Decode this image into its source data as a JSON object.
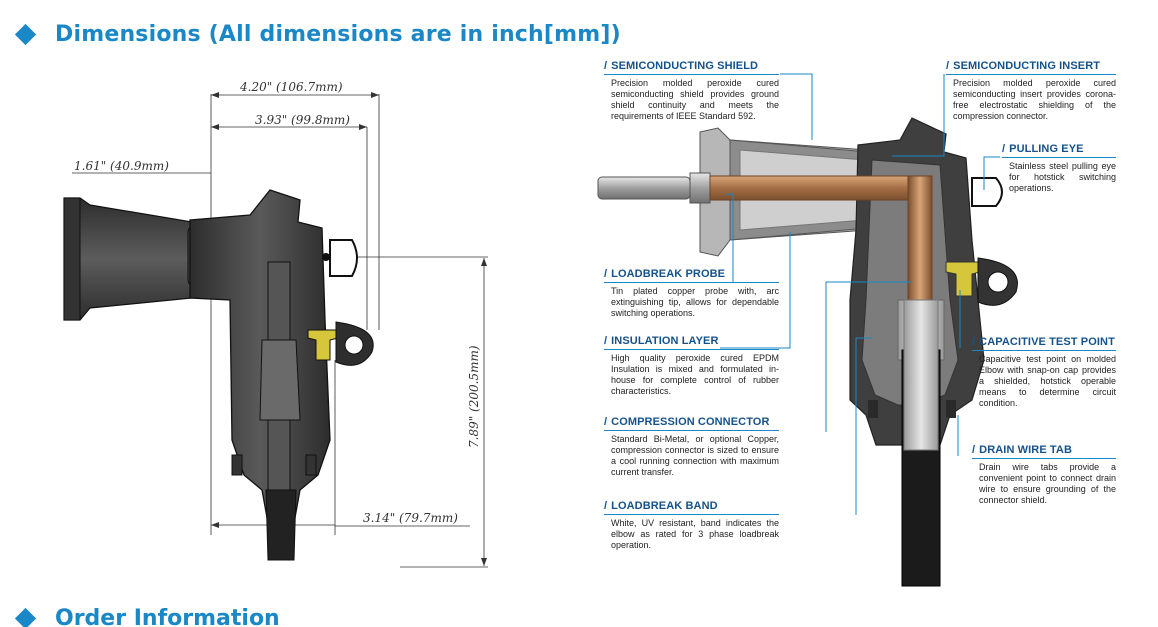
{
  "heading": "Dimensions (All dimensions are in inch[mm])",
  "next_heading": "Order Information",
  "dimensions": {
    "overall_width": "4.20\" (106.7mm)",
    "body_width": "3.93\" (99.8mm)",
    "bushing_offset": "1.61\" (40.9mm)",
    "height": "7.89\" (200.5mm)",
    "probe_offset": "3.14\" (79.7mm)"
  },
  "callouts": [
    {
      "id": "semiconducting-shield",
      "title": "SEMICONDUCTING SHIELD",
      "body": "Precision molded peroxide cured semiconducting shield provides ground shield continuity and meets the requirements of IEEE Standard 592."
    },
    {
      "id": "semiconducting-insert",
      "title": "SEMICONDUCTING INSERT",
      "body": "Precision molded peroxide cured semiconducting insert provides corona-free electrostatic shielding of the compression connector."
    },
    {
      "id": "pulling-eye",
      "title": "PULLING EYE",
      "body": "Stainless steel pulling eye for hotstick switching operations."
    },
    {
      "id": "loadbreak-probe",
      "title": "LOADBREAK PROBE",
      "body": "Tin plated copper probe with, arc extinguishing tip, allows for dependable switching operations."
    },
    {
      "id": "insulation-layer",
      "title": "INSULATION LAYER",
      "body": "High quality peroxide cured EPDM Insulation is mixed and formulated in-house for complete control of rubber characteristics."
    },
    {
      "id": "capacitive-test-point",
      "title": "CAPACITIVE TEST POINT",
      "body": "Capacitive test point on molded Elbow with snap-on cap provides a shielded, hotstick operable means to determine circuit condition."
    },
    {
      "id": "compression-connector",
      "title": "COMPRESSION CONNECTOR",
      "body": "Standard Bi-Metal, or optional Copper, compression connector is sized to ensure a cool running connection with maximum current transfer."
    },
    {
      "id": "drain-wire-tab",
      "title": "DRAIN WIRE TAB",
      "body": "Drain wire tabs provide a convenient point to connect drain wire to ensure grounding of the connector shield."
    },
    {
      "id": "loadbreak-band",
      "title": "LOADBREAK BAND",
      "body": "White, UV resistant, band indicates the elbow as rated for 3 phase loadbreak operation."
    }
  ],
  "colors": {
    "accent": "#1a87c6",
    "heading": "#16528a",
    "rubber": "#3a3a3a",
    "copper": "#b8835a",
    "test_cap": "#d6c63c"
  }
}
